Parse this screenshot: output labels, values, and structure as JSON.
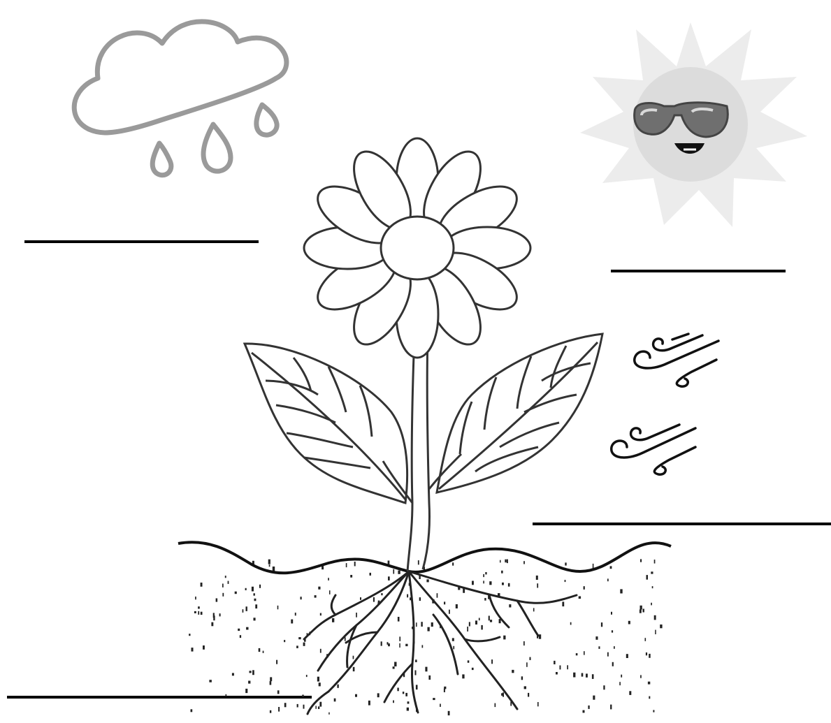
{
  "worksheet": {
    "labels": [
      {
        "id": "rain",
        "answer": ""
      },
      {
        "id": "sun",
        "answer": ""
      },
      {
        "id": "wind",
        "answer": ""
      },
      {
        "id": "soil",
        "answer": ""
      }
    ],
    "icons": [
      "rain-cloud-icon",
      "sun-with-sunglasses-icon",
      "wind-icon",
      "flower-plant-illustration",
      "soil-ground-illustration",
      "roots-illustration"
    ],
    "colors": {
      "ink": "#111111",
      "cloud_outline": "#9a9a9a",
      "sun_rays": "#ececec",
      "sun_face": "#dcdcdc",
      "line_color": "#000000"
    }
  }
}
